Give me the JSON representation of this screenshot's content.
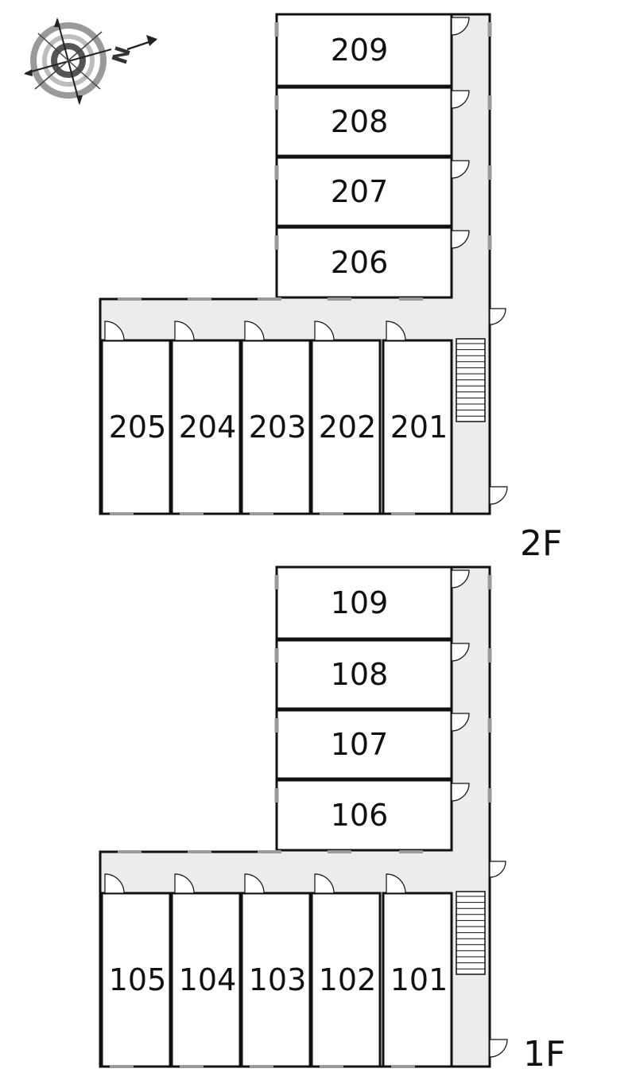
{
  "compass": {
    "north_label": "N",
    "icon": "compass-rose-icon"
  },
  "colors": {
    "corridor": "#ececec",
    "wall": "#111111",
    "room": "#ffffff"
  },
  "floors": [
    {
      "label": "2F",
      "stair_icon": "stairs-icon",
      "upper_rooms": [
        "209",
        "208",
        "207",
        "206"
      ],
      "lower_rooms": [
        "205",
        "204",
        "203",
        "202",
        "201"
      ]
    },
    {
      "label": "1F",
      "stair_icon": "stairs-icon",
      "upper_rooms": [
        "109",
        "108",
        "107",
        "106"
      ],
      "lower_rooms": [
        "105",
        "104",
        "103",
        "102",
        "101"
      ]
    }
  ]
}
